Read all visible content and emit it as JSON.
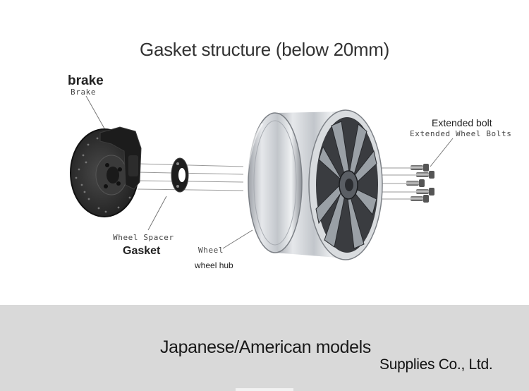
{
  "title": "Gasket structure (below 20mm)",
  "labels": {
    "brake_main": "brake",
    "brake_sub": "Brake",
    "bolt_main": "Extended bolt",
    "bolt_sub": "Extended Wheel Bolts",
    "spacer_sub": "Wheel Spacer",
    "spacer_main": "Gasket",
    "hub_sub": "Wheel",
    "hub_main": "wheel hub"
  },
  "footer": {
    "line1": "Japanese/American models",
    "line2": "Supplies Co., Ltd."
  },
  "colors": {
    "footer_bg": "#d9d9d9",
    "rim_silver": "#c9ccd0",
    "spoke_dark": "#2f3135",
    "rotor": "#2b2b2b"
  }
}
